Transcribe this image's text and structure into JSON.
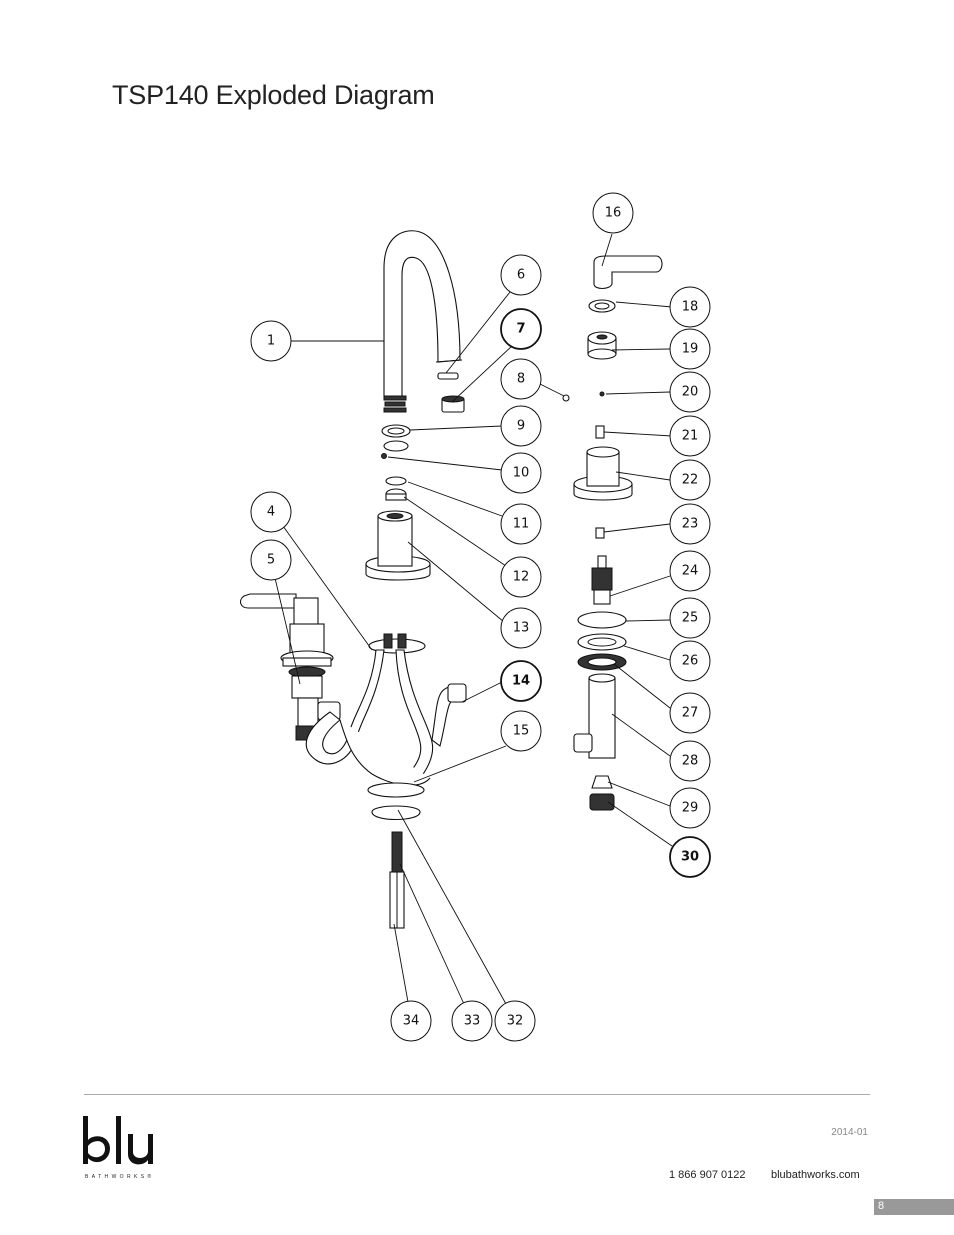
{
  "page": {
    "title": "TSP140 Exploded Diagram"
  },
  "diagram": {
    "callouts": [
      {
        "label": "1",
        "bold": false
      },
      {
        "label": "4",
        "bold": false
      },
      {
        "label": "5",
        "bold": false
      },
      {
        "label": "6",
        "bold": false
      },
      {
        "label": "7",
        "bold": true
      },
      {
        "label": "8",
        "bold": false
      },
      {
        "label": "9",
        "bold": false
      },
      {
        "label": "10",
        "bold": false
      },
      {
        "label": "11",
        "bold": false
      },
      {
        "label": "12",
        "bold": false
      },
      {
        "label": "13",
        "bold": false
      },
      {
        "label": "14",
        "bold": true
      },
      {
        "label": "15",
        "bold": false
      },
      {
        "label": "16",
        "bold": false
      },
      {
        "label": "18",
        "bold": false
      },
      {
        "label": "19",
        "bold": false
      },
      {
        "label": "20",
        "bold": false
      },
      {
        "label": "21",
        "bold": false
      },
      {
        "label": "22",
        "bold": false
      },
      {
        "label": "23",
        "bold": false
      },
      {
        "label": "24",
        "bold": false
      },
      {
        "label": "25",
        "bold": false
      },
      {
        "label": "26",
        "bold": false
      },
      {
        "label": "27",
        "bold": false
      },
      {
        "label": "28",
        "bold": false
      },
      {
        "label": "29",
        "bold": false
      },
      {
        "label": "30",
        "bold": true
      },
      {
        "label": "34",
        "bold": false
      },
      {
        "label": "33",
        "bold": false
      },
      {
        "label": "32",
        "bold": false
      }
    ]
  },
  "footer": {
    "logo_text": "blu",
    "logo_subtext": "BATHWORKS®",
    "date": "2014-01",
    "phone": "1 866 907 0122",
    "website": "blubathworks.com",
    "page_number": "8"
  }
}
